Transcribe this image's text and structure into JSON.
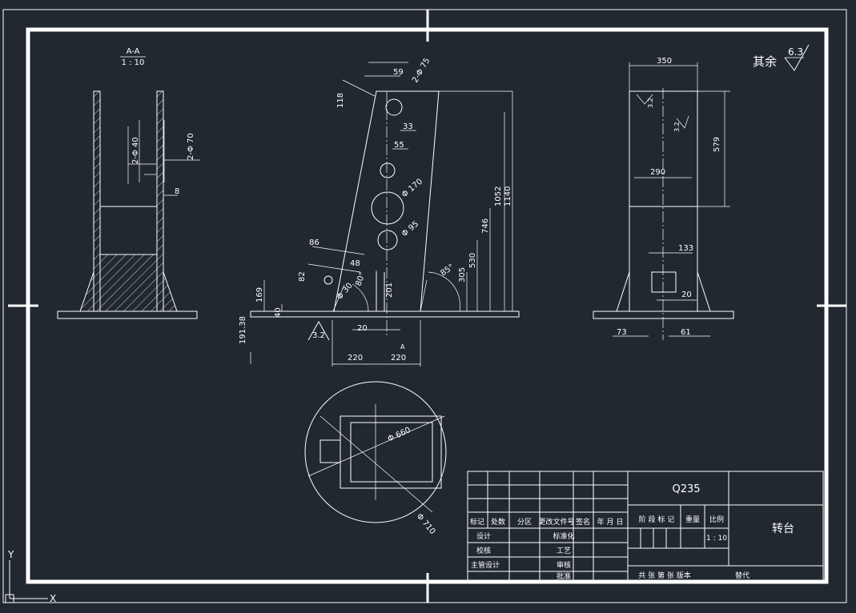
{
  "section_label": {
    "name": "A-A",
    "scale": "1 : 10"
  },
  "roughness": {
    "prefix": "其余",
    "value": "6.3"
  },
  "left_view": {
    "hole1": "2-Φ 40",
    "hole2": "2-Φ 70",
    "gap": "8"
  },
  "front_view": {
    "d_59": "59",
    "d_2phi75": "2-Φ 75",
    "d_118": "118",
    "d_33": "33",
    "d_55": "55",
    "d_phi170": "Φ 170",
    "d_phi95": "Φ 95",
    "d_86": "86",
    "d_48": "48",
    "d_82": "82",
    "d_phi30": "Φ 30",
    "d_80deg": "80°",
    "d_85deg": "85°",
    "d_201": "201",
    "d_169": "169",
    "d_40": "40",
    "d_191_38": "191.38",
    "d_20": "20",
    "d_220a": "220",
    "d_220b": "220",
    "d_305": "305",
    "d_530": "530",
    "d_746": "746",
    "d_1052": "1052",
    "d_1140": "1140",
    "rough": "3.2",
    "sec_a": "A"
  },
  "side_view": {
    "d_350": "350",
    "d_579": "579",
    "d_290": "290",
    "d_133": "133",
    "d_20": "20",
    "d_73": "73",
    "d_61": "61",
    "w1": "3.2",
    "w2": "3.2"
  },
  "top_view": {
    "d_phi660": "Φ 660",
    "d_phi710": "Φ 710"
  },
  "title_block": {
    "material": "Q235",
    "part_name": "转台",
    "scale_header": "比例",
    "scale_value": "1 : 10",
    "row_headers": [
      "标记",
      "处数",
      "分区",
      "更改文件号",
      "签名",
      "年 月 日"
    ],
    "stage_header": "阶 段 标 记",
    "weight_header": "重量",
    "designer": "设计",
    "standardization": "标准化",
    "checker": "校核",
    "process": "工艺",
    "chief": "主管设计",
    "review": "审核",
    "approve": "批准",
    "sheets": "共 张 第 张 版本",
    "replace": "替代"
  },
  "axes": {
    "y": "Y",
    "x": "X"
  }
}
